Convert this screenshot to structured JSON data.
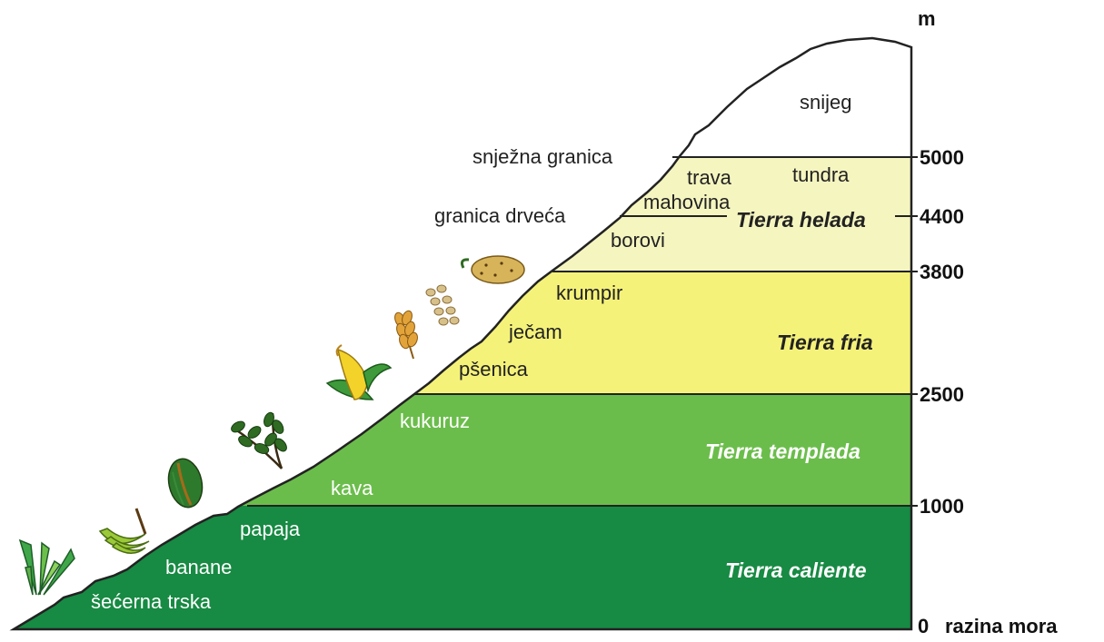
{
  "axis": {
    "unit": "m",
    "sea_level": "razina mora",
    "ticks": [
      {
        "value": 5000,
        "label": "5000"
      },
      {
        "value": 4400,
        "label": "4400"
      },
      {
        "value": 3800,
        "label": "3800"
      },
      {
        "value": 2500,
        "label": "2500"
      },
      {
        "value": 1000,
        "label": "1000"
      },
      {
        "value": 0,
        "label": "0"
      }
    ]
  },
  "zones": [
    {
      "name": "Tierra caliente",
      "from": 0,
      "to": 1000,
      "color": "#178a43"
    },
    {
      "name": "Tierra templada",
      "from": 1000,
      "to": 2500,
      "color": "#6bbd4b"
    },
    {
      "name": "Tierra fria",
      "from": 2500,
      "to": 3800,
      "color": "#f5f27a"
    },
    {
      "name": "Tierra helada",
      "from": 3800,
      "to": 5000,
      "color": "#f5f5c0"
    }
  ],
  "labels": {
    "snow": "snijeg",
    "snow_line": "snježna granica",
    "tree_line": "granica drveća",
    "grass": "trava",
    "tundra": "tundra",
    "moss": "mahovina",
    "pines": "borovi",
    "potato": "krumpir",
    "barley": "ječam",
    "wheat": "pšenica",
    "maize": "kukuruz",
    "coffee": "kava",
    "papaya": "papaja",
    "banana": "banane",
    "sugarcane": "šećerna trska"
  },
  "icons": [
    "sugarcane-icon",
    "banana-icon",
    "papaya-icon",
    "coffee-icon",
    "maize-icon",
    "wheat-icon",
    "barley-icon",
    "potato-icon"
  ],
  "colors": {
    "outline": "#222222",
    "snow": "#ffffff"
  }
}
